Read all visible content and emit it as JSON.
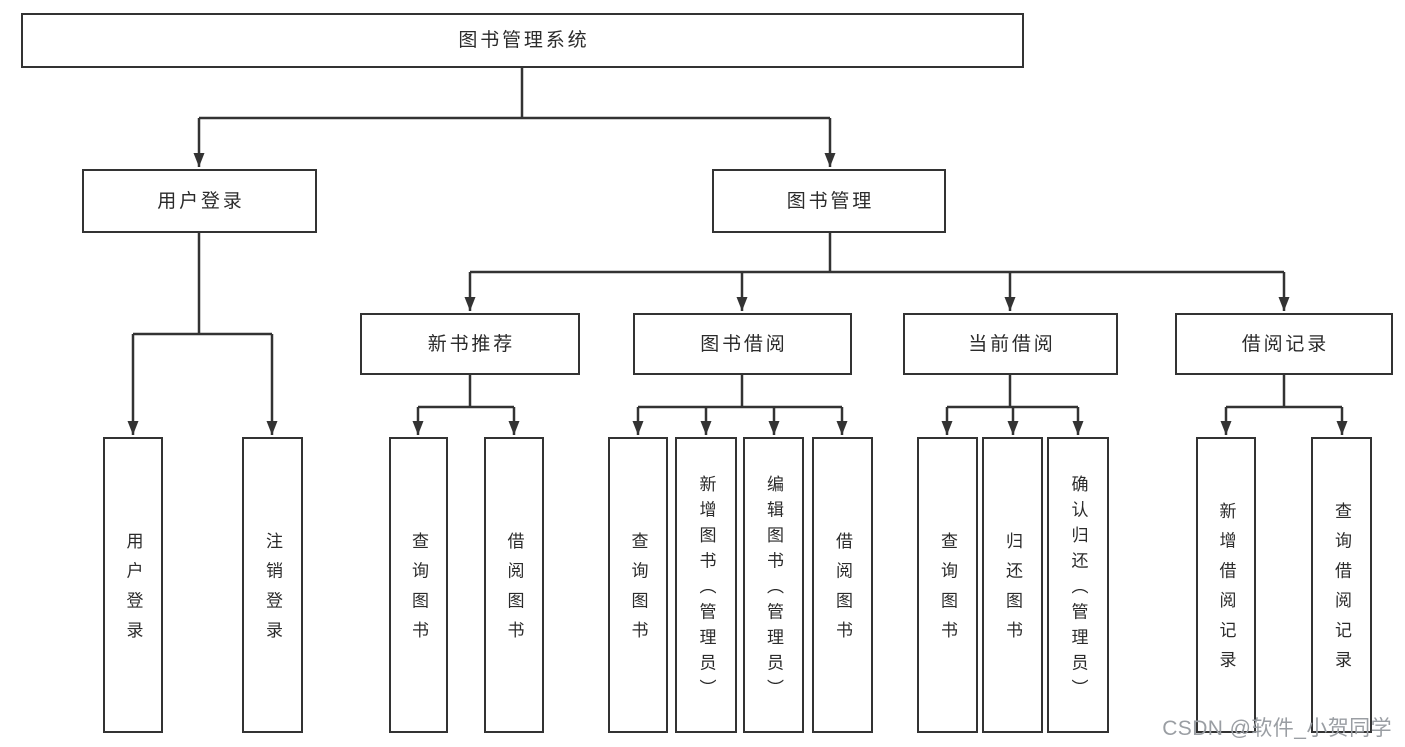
{
  "diagram_type": "hierarchy-tree",
  "watermark": "CSDN @软件_小贺同学",
  "colors": {
    "line": "#333333",
    "text": "#2b2b2b",
    "box_background": "#ffffff",
    "page_background": "#ffffff",
    "watermark": "#9a9ea3"
  },
  "tree": {
    "label": "图书管理系统",
    "children": [
      {
        "label": "用户登录",
        "children": [
          {
            "label": "用户登录"
          },
          {
            "label": "注销登录"
          }
        ]
      },
      {
        "label": "图书管理",
        "children": [
          {
            "label": "新书推荐",
            "children": [
              {
                "label": "查询图书"
              },
              {
                "label": "借阅图书"
              }
            ]
          },
          {
            "label": "图书借阅",
            "children": [
              {
                "label": "查询图书"
              },
              {
                "label": "新增图书（管理员）"
              },
              {
                "label": "编辑图书（管理员）"
              },
              {
                "label": "借阅图书"
              }
            ]
          },
          {
            "label": "当前借阅",
            "children": [
              {
                "label": "查询图书"
              },
              {
                "label": "归还图书"
              },
              {
                "label": "确认归还（管理员）"
              }
            ]
          },
          {
            "label": "借阅记录",
            "children": [
              {
                "label": "新增借阅记录"
              },
              {
                "label": "查询借阅记录"
              }
            ]
          }
        ]
      }
    ]
  }
}
